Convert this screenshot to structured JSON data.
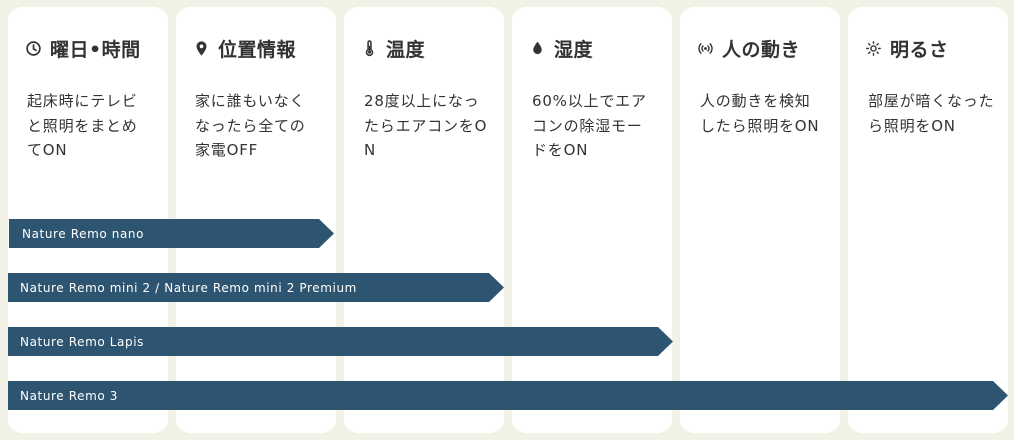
{
  "features": [
    {
      "title": "曜日•時間",
      "icon": "clock-icon",
      "desc": "起床時にテレビと照明をまとめてON"
    },
    {
      "title": "位置情報",
      "icon": "location-pin-icon",
      "desc": "家に誰もいなくなったら全ての家電OFF"
    },
    {
      "title": "温度",
      "icon": "thermometer-icon",
      "desc": "28度以上になったらエアコンをON"
    },
    {
      "title": "湿度",
      "icon": "water-drop-icon",
      "desc": "60%以上でエアコンの除湿モードをON"
    },
    {
      "title": "人の動き",
      "icon": "motion-sensor-icon",
      "desc": "人の動きを検知したら照明をON"
    },
    {
      "title": "明るさ",
      "icon": "brightness-icon",
      "desc": "部屋が暗くなったら照明をON"
    }
  ],
  "products": [
    {
      "name": "Nature Remo nano"
    },
    {
      "name": "Nature Remo mini 2 / Nature Remo mini 2 Premium"
    },
    {
      "name": "Nature Remo Lapis"
    },
    {
      "name": "Nature Remo 3"
    }
  ],
  "colors": {
    "bar": "#2d5470",
    "background": "#f1f1e6",
    "card": "#ffffff",
    "text": "#333333"
  }
}
